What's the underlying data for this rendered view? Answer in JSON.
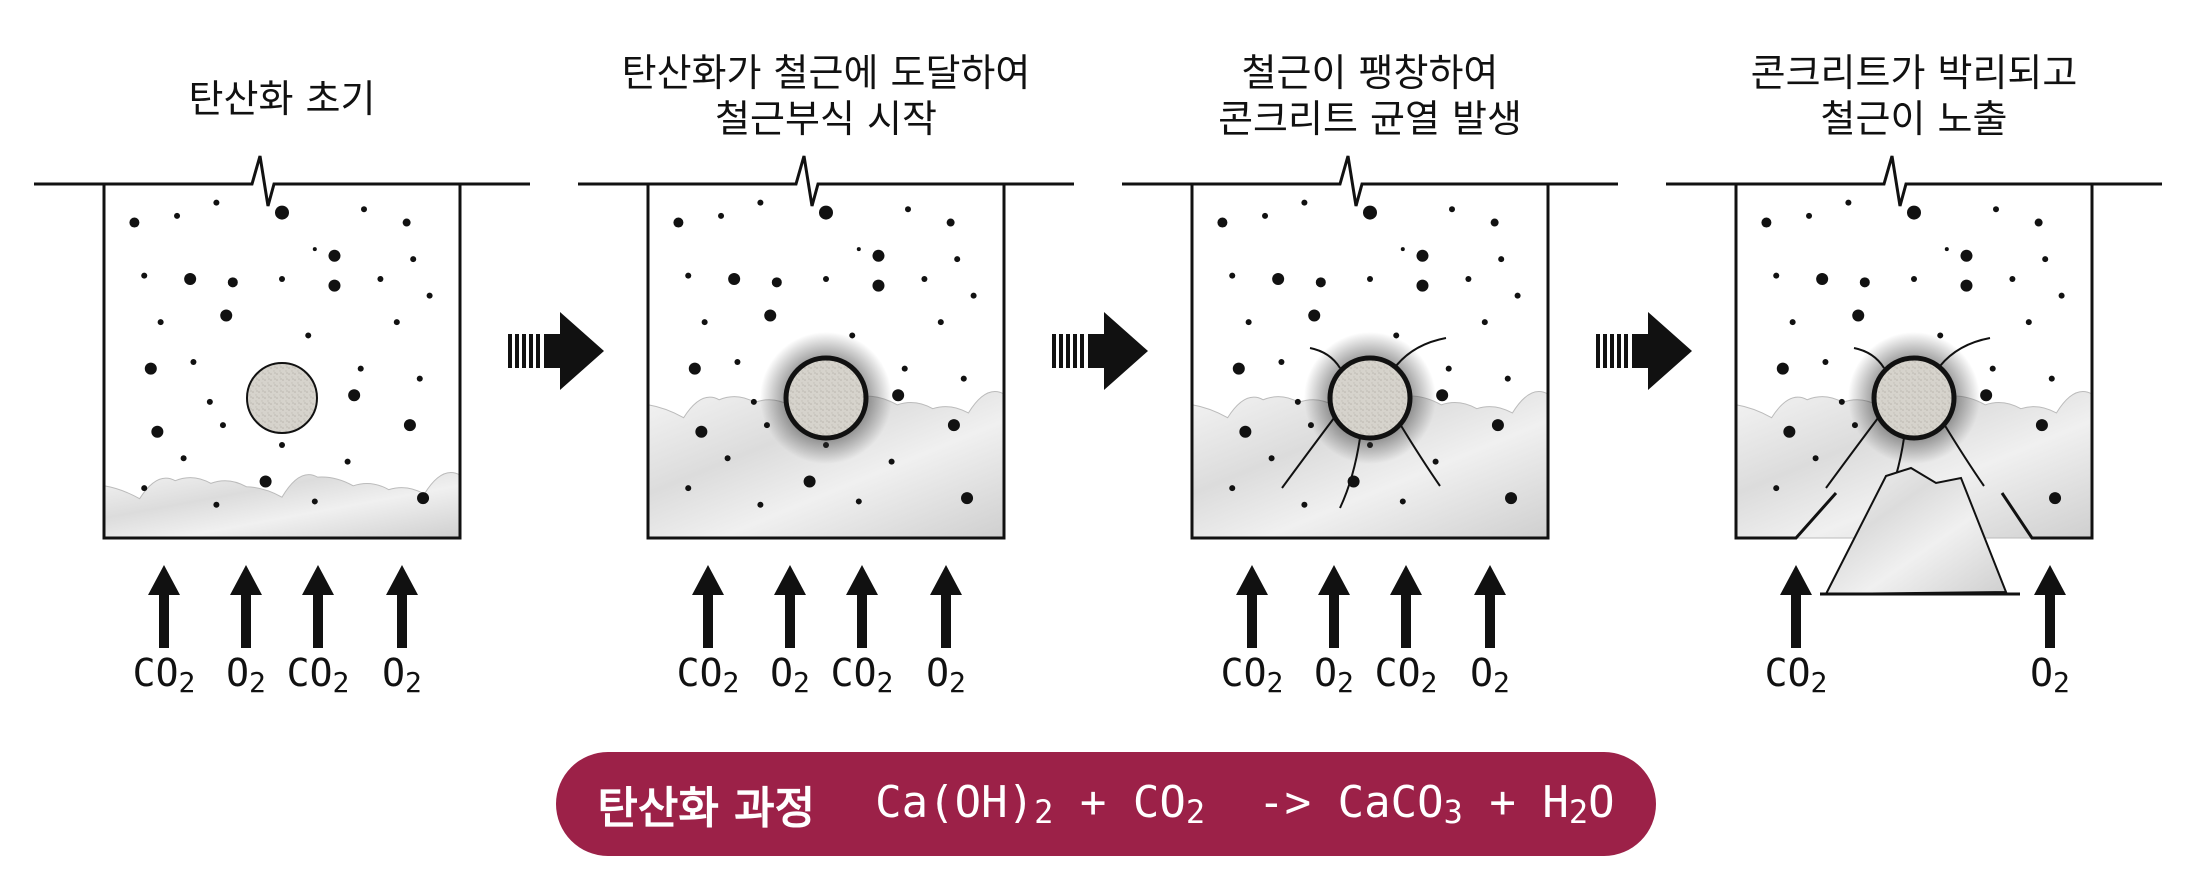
{
  "stages": [
    {
      "title_lines": [
        "탄산화 초기"
      ],
      "gases": [
        "CO2",
        "O2",
        "CO2",
        "O2"
      ],
      "carbonation_level": 0.12
    },
    {
      "title_lines": [
        "탄산화가 철근에 도달하여",
        "철근부식 시작"
      ],
      "gases": [
        "CO2",
        "O2",
        "CO2",
        "O2"
      ],
      "carbonation_level": 0.35
    },
    {
      "title_lines": [
        "철근이 팽창하여",
        "콘크리트 균열 발생"
      ],
      "gases": [
        "CO2",
        "O2",
        "CO2",
        "O2"
      ],
      "carbonation_level": 0.35
    },
    {
      "title_lines": [
        "콘크리트가 박리되고",
        "철근이 노출"
      ],
      "gases": [
        "CO2",
        "O2"
      ],
      "carbonation_level": 0.35
    }
  ],
  "banner": {
    "title": "탄산화 과정",
    "equation": "Ca(OH)2 + CO2  -> CaCO3 + H2O"
  },
  "colors": {
    "banner": "#9c2148",
    "line": "#111111",
    "rebar": "#d3d0c9",
    "carbonated": "#e2e2e2"
  }
}
